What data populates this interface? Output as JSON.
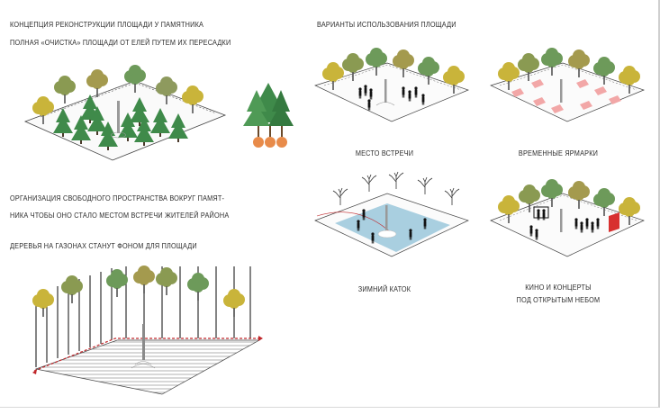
{
  "left": {
    "title": "КОНЦЕПЦИЯ РЕКОНСТРУКЦИИ ПЛОЩАДИ У ПАМЯТНИКА",
    "subtitle": "ПОЛНАЯ «ОЧИСТКА» ПЛОЩАДИ ОТ ЕЛЕЙ ПУТЕМ ИХ ПЕРЕСАДКИ",
    "org_line1": "ОРГАНИЗАЦИЯ СВОБОДНОГО ПРОСТРАНСТВА ВОКРУГ ПАМЯТ-",
    "org_line2": "НИКА ЧТОБЫ ОНО СТАЛО МЕСТОМ ВСТРЕЧИ ЖИТЕЛЕЙ РАЙОНА",
    "trees_caption": "ДЕРЕВЬЯ НА ГАЗОНАХ СТАНУТ ФОНОМ ДЛЯ ПЛОЩАДИ"
  },
  "right": {
    "title": "ВАРИАНТЫ ИСПОЛЬЗОВАНИЯ ПЛОЩАДИ",
    "variants": [
      {
        "label": "МЕСТО ВСТРЕЧИ"
      },
      {
        "label": "ВРЕМЕННЫЕ ЯРМАРКИ"
      },
      {
        "label": "ЗИМНИЙ КАТОК"
      },
      {
        "label_line1": "КИНО И КОНЦЕРТЫ",
        "label_line2": "ПОД ОТКРЫТЫМ НЕБОМ"
      }
    ]
  },
  "colors": {
    "fir": "#3f8a4a",
    "tree_yellow": "#c9b43a",
    "tree_olive": "#8a9a52",
    "tree_green": "#5e9c5a",
    "ice": "#a9cfe0",
    "fair_tents": "#f2a7a7",
    "screen": "#d8302f",
    "roots": "#e88b4a",
    "boundary": "#c0262a"
  }
}
